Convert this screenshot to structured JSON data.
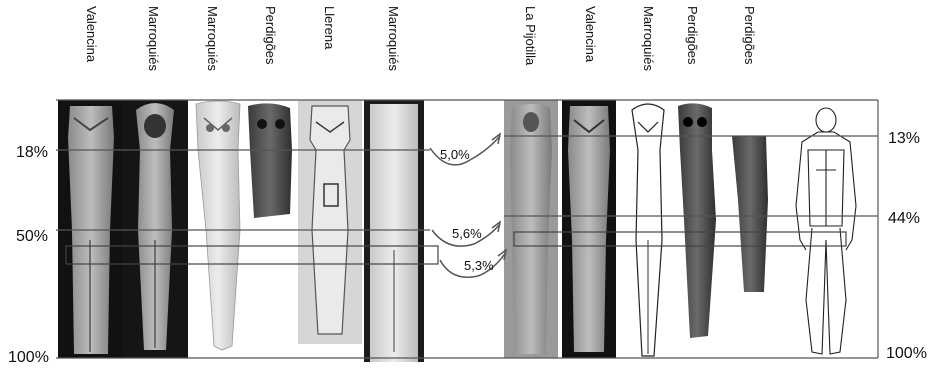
{
  "column_labels": [
    "Valencina",
    "Marroquiés",
    "Marroquiés",
    "Perdigões",
    "Llerena",
    "Marroquiés",
    "La Pijotilla",
    "Valencina",
    "Marroquiés",
    "Perdigões",
    "Perdigões"
  ],
  "left_percentages": [
    "18%",
    "50%",
    "100%"
  ],
  "right_percentages": [
    "13%",
    "44%",
    "100%"
  ],
  "ratios": [
    "5,0%",
    "5,6%",
    "5,3%"
  ]
}
